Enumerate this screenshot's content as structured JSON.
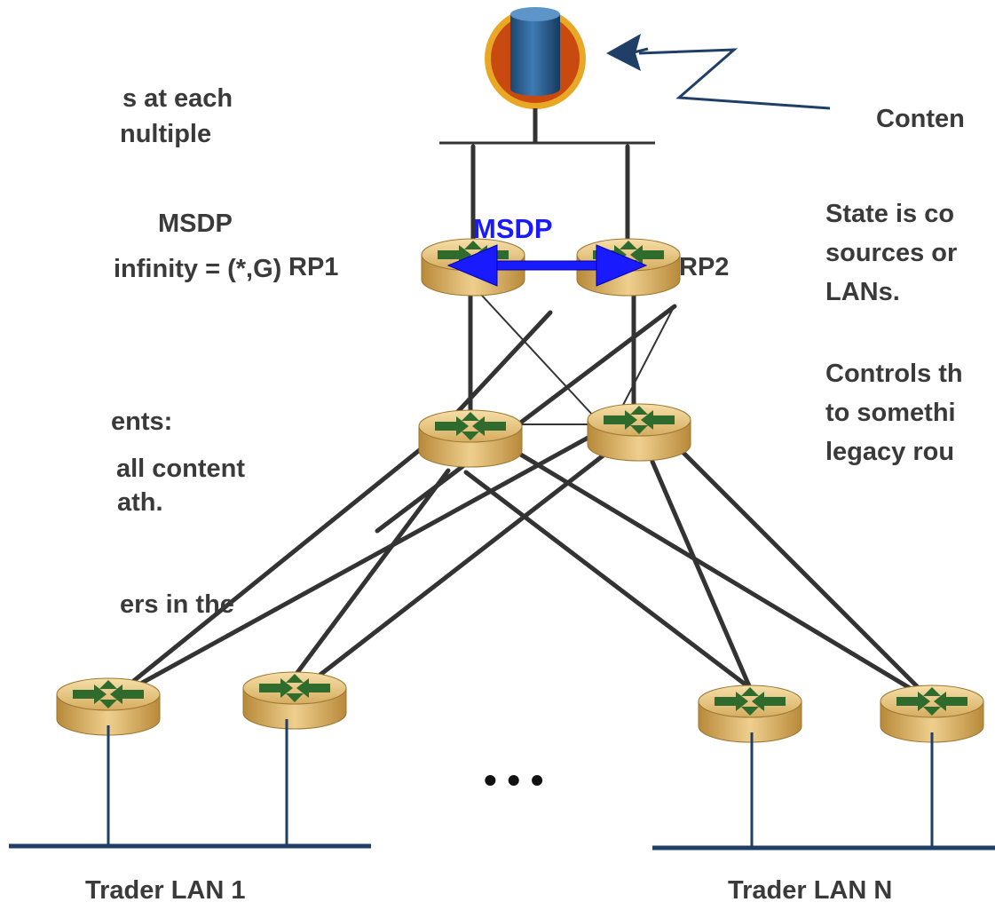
{
  "left_text": {
    "line1": "s at each",
    "line2": "nultiple",
    "line3": "MSDP",
    "line4": "infinity = (*,G)",
    "line5": "ents:",
    "line6": "all content",
    "line7": "ath.",
    "line8": "ers in the"
  },
  "right_text": {
    "content_label": "Conten",
    "state_line1": "State is co",
    "state_line2": "sources or",
    "state_line3": "LANs.",
    "controls_line1": "Controls th",
    "controls_line2": "to somethi",
    "controls_line3": "legacy rou"
  },
  "labels": {
    "rp1": "RP1",
    "rp2": "RP2",
    "msdp": "MSDP",
    "ellipsis": "• • •",
    "lan1": "Trader LAN 1",
    "lanN": "Trader LAN N"
  },
  "colors": {
    "router_body": "#d8ae5c",
    "router_arrow": "#2e6b2c",
    "msdp_arrow": "#1a1aff",
    "link": "#333333",
    "lan_line": "#1f3f66",
    "server_outer": "#e8a825",
    "server_inner": "#c84a10",
    "server_cylinder": "#2a5b8c"
  }
}
